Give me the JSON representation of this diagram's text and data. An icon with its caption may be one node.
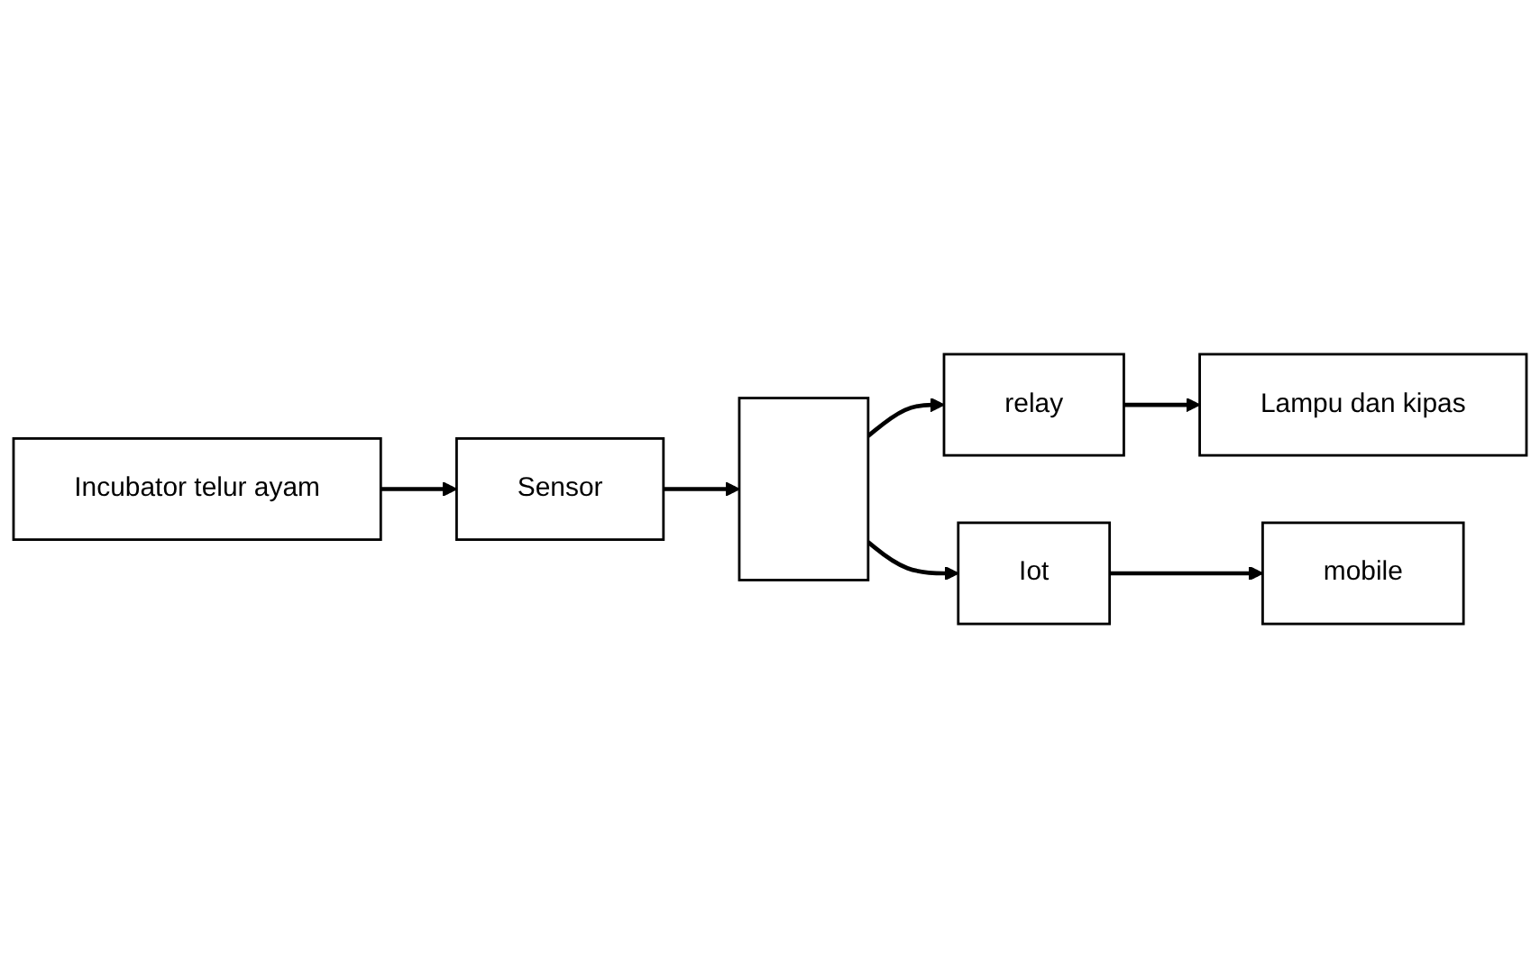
{
  "diagram": {
    "nodes": [
      {
        "text": [
          "Incubator telur ayam"
        ]
      },
      {
        "text": [
          "Sensor"
        ]
      },
      {
        "text": [],
        "shape": "box"
      },
      {
        "text": [
          "relay"
        ]
      },
      {
        "text": [
          "Lampu dan kipas"
        ]
      },
      {
        "text": [
          "Iot"
        ]
      },
      {
        "text": [
          "mobile"
        ]
      }
    ],
    "edges": [
      {
        "from": 0,
        "to": 1,
        "arrow": "to"
      },
      {
        "from": 1,
        "to": 2,
        "arrow": "to"
      },
      {
        "from": 2,
        "to": 3,
        "arrow": "to"
      },
      {
        "from": 3,
        "to": 4,
        "arrow": "to"
      },
      {
        "from": 2,
        "to": 5,
        "arrow": "to"
      },
      {
        "from": 5,
        "to": 6,
        "arrow": "to"
      }
    ]
  }
}
